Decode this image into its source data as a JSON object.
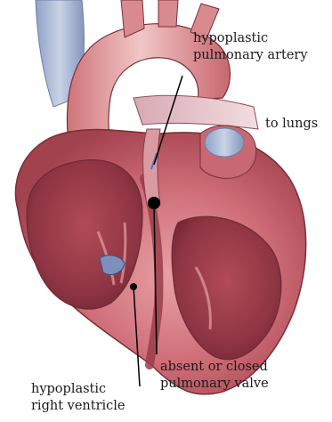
{
  "labels": {
    "pulmonary_artery": {
      "line1": "hypoplastic",
      "line2": "pulmonary artery"
    },
    "lungs": {
      "text": "to lungs"
    },
    "valve": {
      "line1": "absent or closed",
      "line2": "pulmonary valve"
    },
    "ventricle": {
      "line1": "hypoplastic",
      "line2": "right ventricle"
    }
  },
  "colors": {
    "tissue": "#c9646f",
    "tissue_light": "#e8a3a6",
    "tissue_dark": "#8e3442",
    "vessel_outline": "#6e2a34",
    "vein_blue": "#8a9cc4",
    "leader_line": "#000000",
    "valve_dot": "#000000"
  }
}
